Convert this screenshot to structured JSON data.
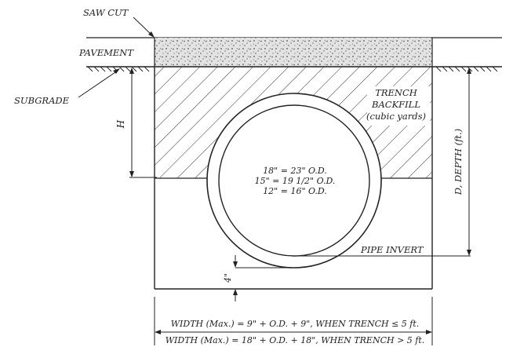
{
  "labels": {
    "saw_cut": "SAW CUT",
    "pavement": "PAVEMENT",
    "subgrade": "SUBGRADE",
    "h": "H",
    "backfill_1": "TRENCH",
    "backfill_2": "BACKFILL",
    "backfill_3": "(cubic yards)",
    "pipe_1": "18\" = 23\" O.D.",
    "pipe_2": "15\" = 19 1/2\" O.D.",
    "pipe_3": "12\" = 16\" O.D.",
    "depth": "D, DEPTH (ft.)",
    "pipe_invert": "PIPE INVERT",
    "four_inch": "4\"",
    "width_1": "WIDTH (Max.) = 9\" + O.D. + 9\", WHEN TRENCH ≤ 5 ft.",
    "width_2": "WIDTH (Max.) = 18\" + O.D. + 18\", WHEN TRENCH > 5 ft."
  },
  "colors": {
    "ink": "#222222",
    "paper": "#ffffff",
    "pavement_fill": "#d9d9d9"
  }
}
